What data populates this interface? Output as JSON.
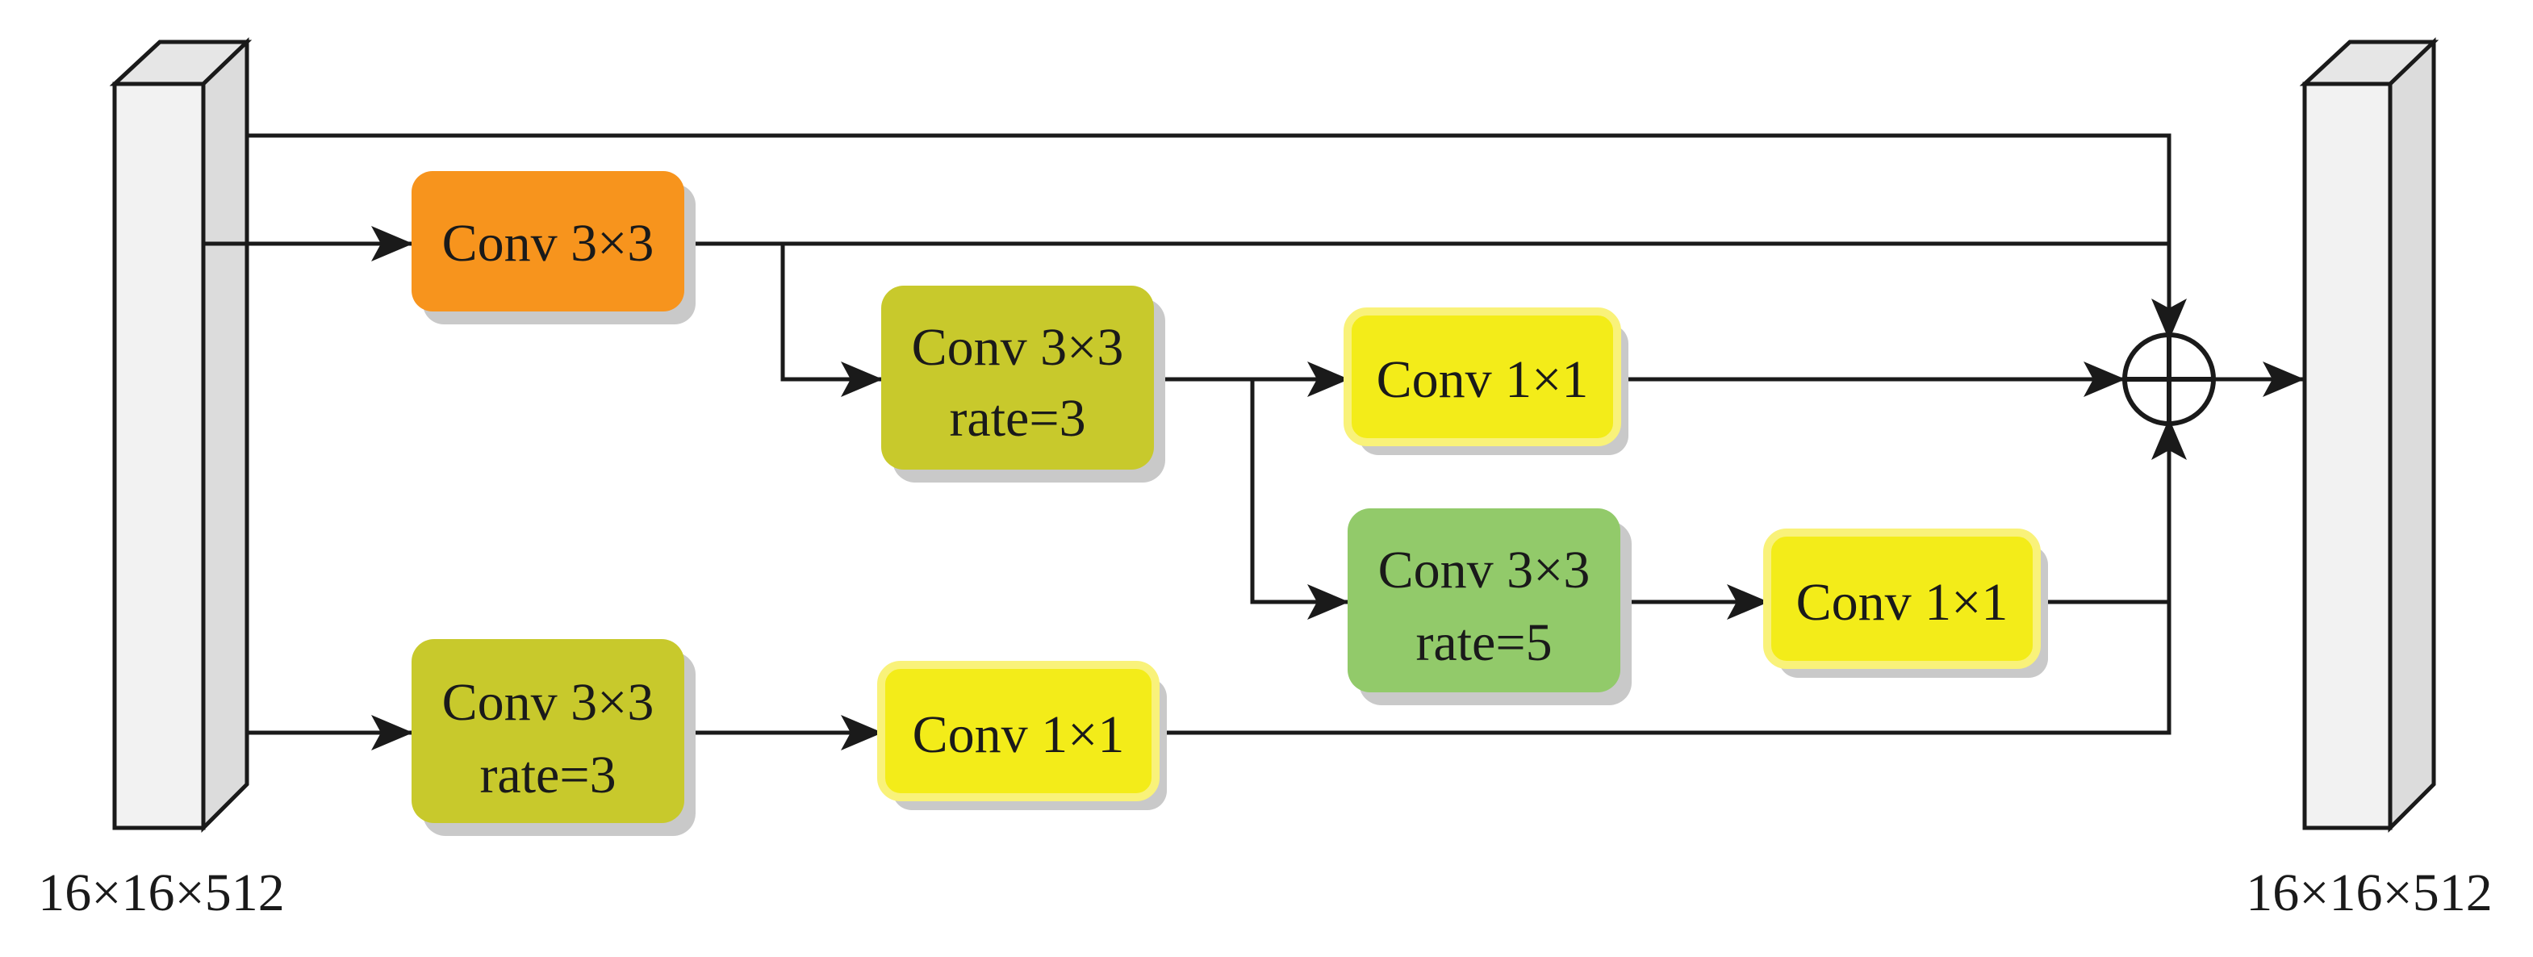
{
  "input_tensor": {
    "shape_label": "16×16×512"
  },
  "output_tensor": {
    "shape_label": "16×16×512"
  },
  "blocks": {
    "conv3x3_top": {
      "line1": "Conv 3×3",
      "color": "#f7941d"
    },
    "conv3x3_rate3_mid": {
      "line1": "Conv 3×3",
      "line2": "rate=3",
      "color": "#c8c92c"
    },
    "conv1x1_upper": {
      "line1": "Conv 1×1",
      "color": "#f3ec19",
      "border": "#f9f27a"
    },
    "conv3x3_rate5": {
      "line1": "Conv 3×3",
      "line2": "rate=5",
      "color": "#92ca6a"
    },
    "conv1x1_right": {
      "line1": "Conv 1×1",
      "color": "#f3ec19",
      "border": "#f9f27a"
    },
    "conv3x3_rate3_bottom": {
      "line1": "Conv 3×3",
      "line2": "rate=3",
      "color": "#c8c92c"
    },
    "conv1x1_bottom": {
      "line1": "Conv 1×1",
      "color": "#f3ec19",
      "border": "#f9f27a"
    }
  },
  "colors": {
    "line": "#1a1a1a",
    "shadow": "#c9c9c9",
    "tensor_front": "#f2f2f2",
    "tensor_side": "#dcdcdc",
    "tensor_top": "#e6e6e6"
  }
}
